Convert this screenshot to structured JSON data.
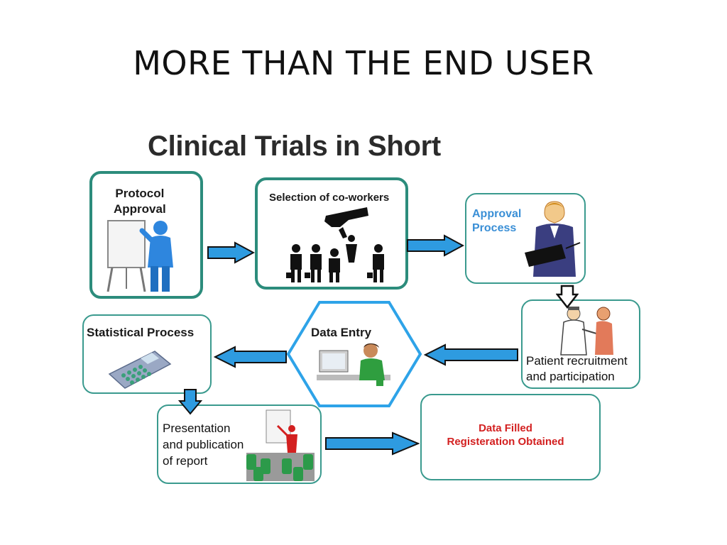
{
  "slide": {
    "title": "MORE THAN THE END USER"
  },
  "diagram": {
    "title": "Clinical Trials in Short",
    "steps": {
      "protocol": {
        "line1": "Protocol",
        "line2": "Approval"
      },
      "coworkers": {
        "label": "Selection of co-workers"
      },
      "approval": {
        "line1": "Approval",
        "line2": "Process"
      },
      "patient": {
        "line1": "Patient recruitment",
        "line2": "and participation"
      },
      "data_entry": {
        "label": "Data Entry"
      },
      "statistical": {
        "label": "Statistical Process"
      },
      "presentation": {
        "line1": "Presentation",
        "line2": "and publication",
        "line3": "of report"
      },
      "registration": {
        "line1": "Data Filled",
        "line2": "Registeration Obtained"
      }
    },
    "colors": {
      "box_border": "#2c8c7c",
      "arrow_fill": "#2e9be0",
      "hex_border": "#2ea3e8",
      "label_blue": "#3a8fd6",
      "label_red": "#d32020"
    }
  }
}
